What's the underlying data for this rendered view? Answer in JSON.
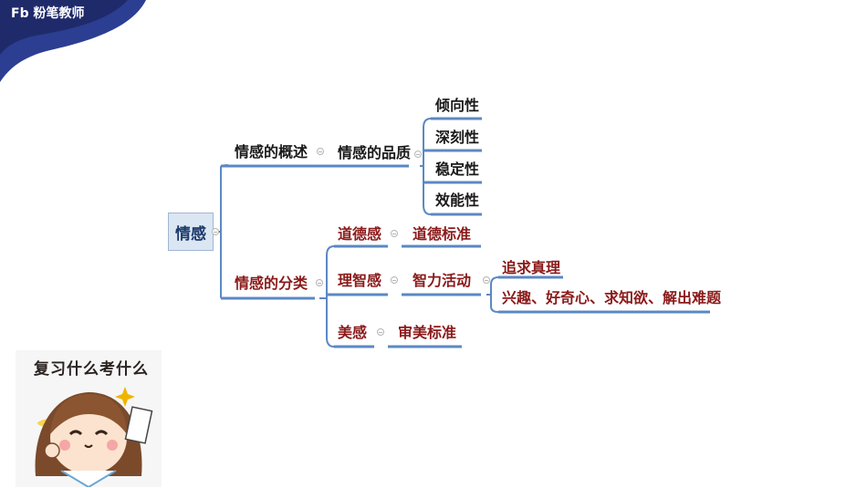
{
  "header": {
    "logo_text": "粉笔教师"
  },
  "mindmap": {
    "root": "情感",
    "overview": {
      "label": "情感的概述",
      "child": "情感的品质",
      "qualities": [
        "倾向性",
        "深刻性",
        "稳定性",
        "效能性"
      ]
    },
    "classification": {
      "label": "情感的分类",
      "moral": {
        "label": "道德感",
        "child": "道德标准"
      },
      "rational": {
        "label": "理智感",
        "child": "智力活动",
        "details": [
          "追求真理",
          "兴趣、好奇心、求知欲、解出难题"
        ]
      },
      "aesthetic": {
        "label": "美感",
        "child": "审美标准"
      }
    }
  },
  "sticker": {
    "caption": "复习什么考什么"
  },
  "colors": {
    "line": "#5b88c4",
    "dark_text": "#1a1a1a",
    "red_text": "#8b1a1a",
    "brand": "#1f2a6b"
  }
}
